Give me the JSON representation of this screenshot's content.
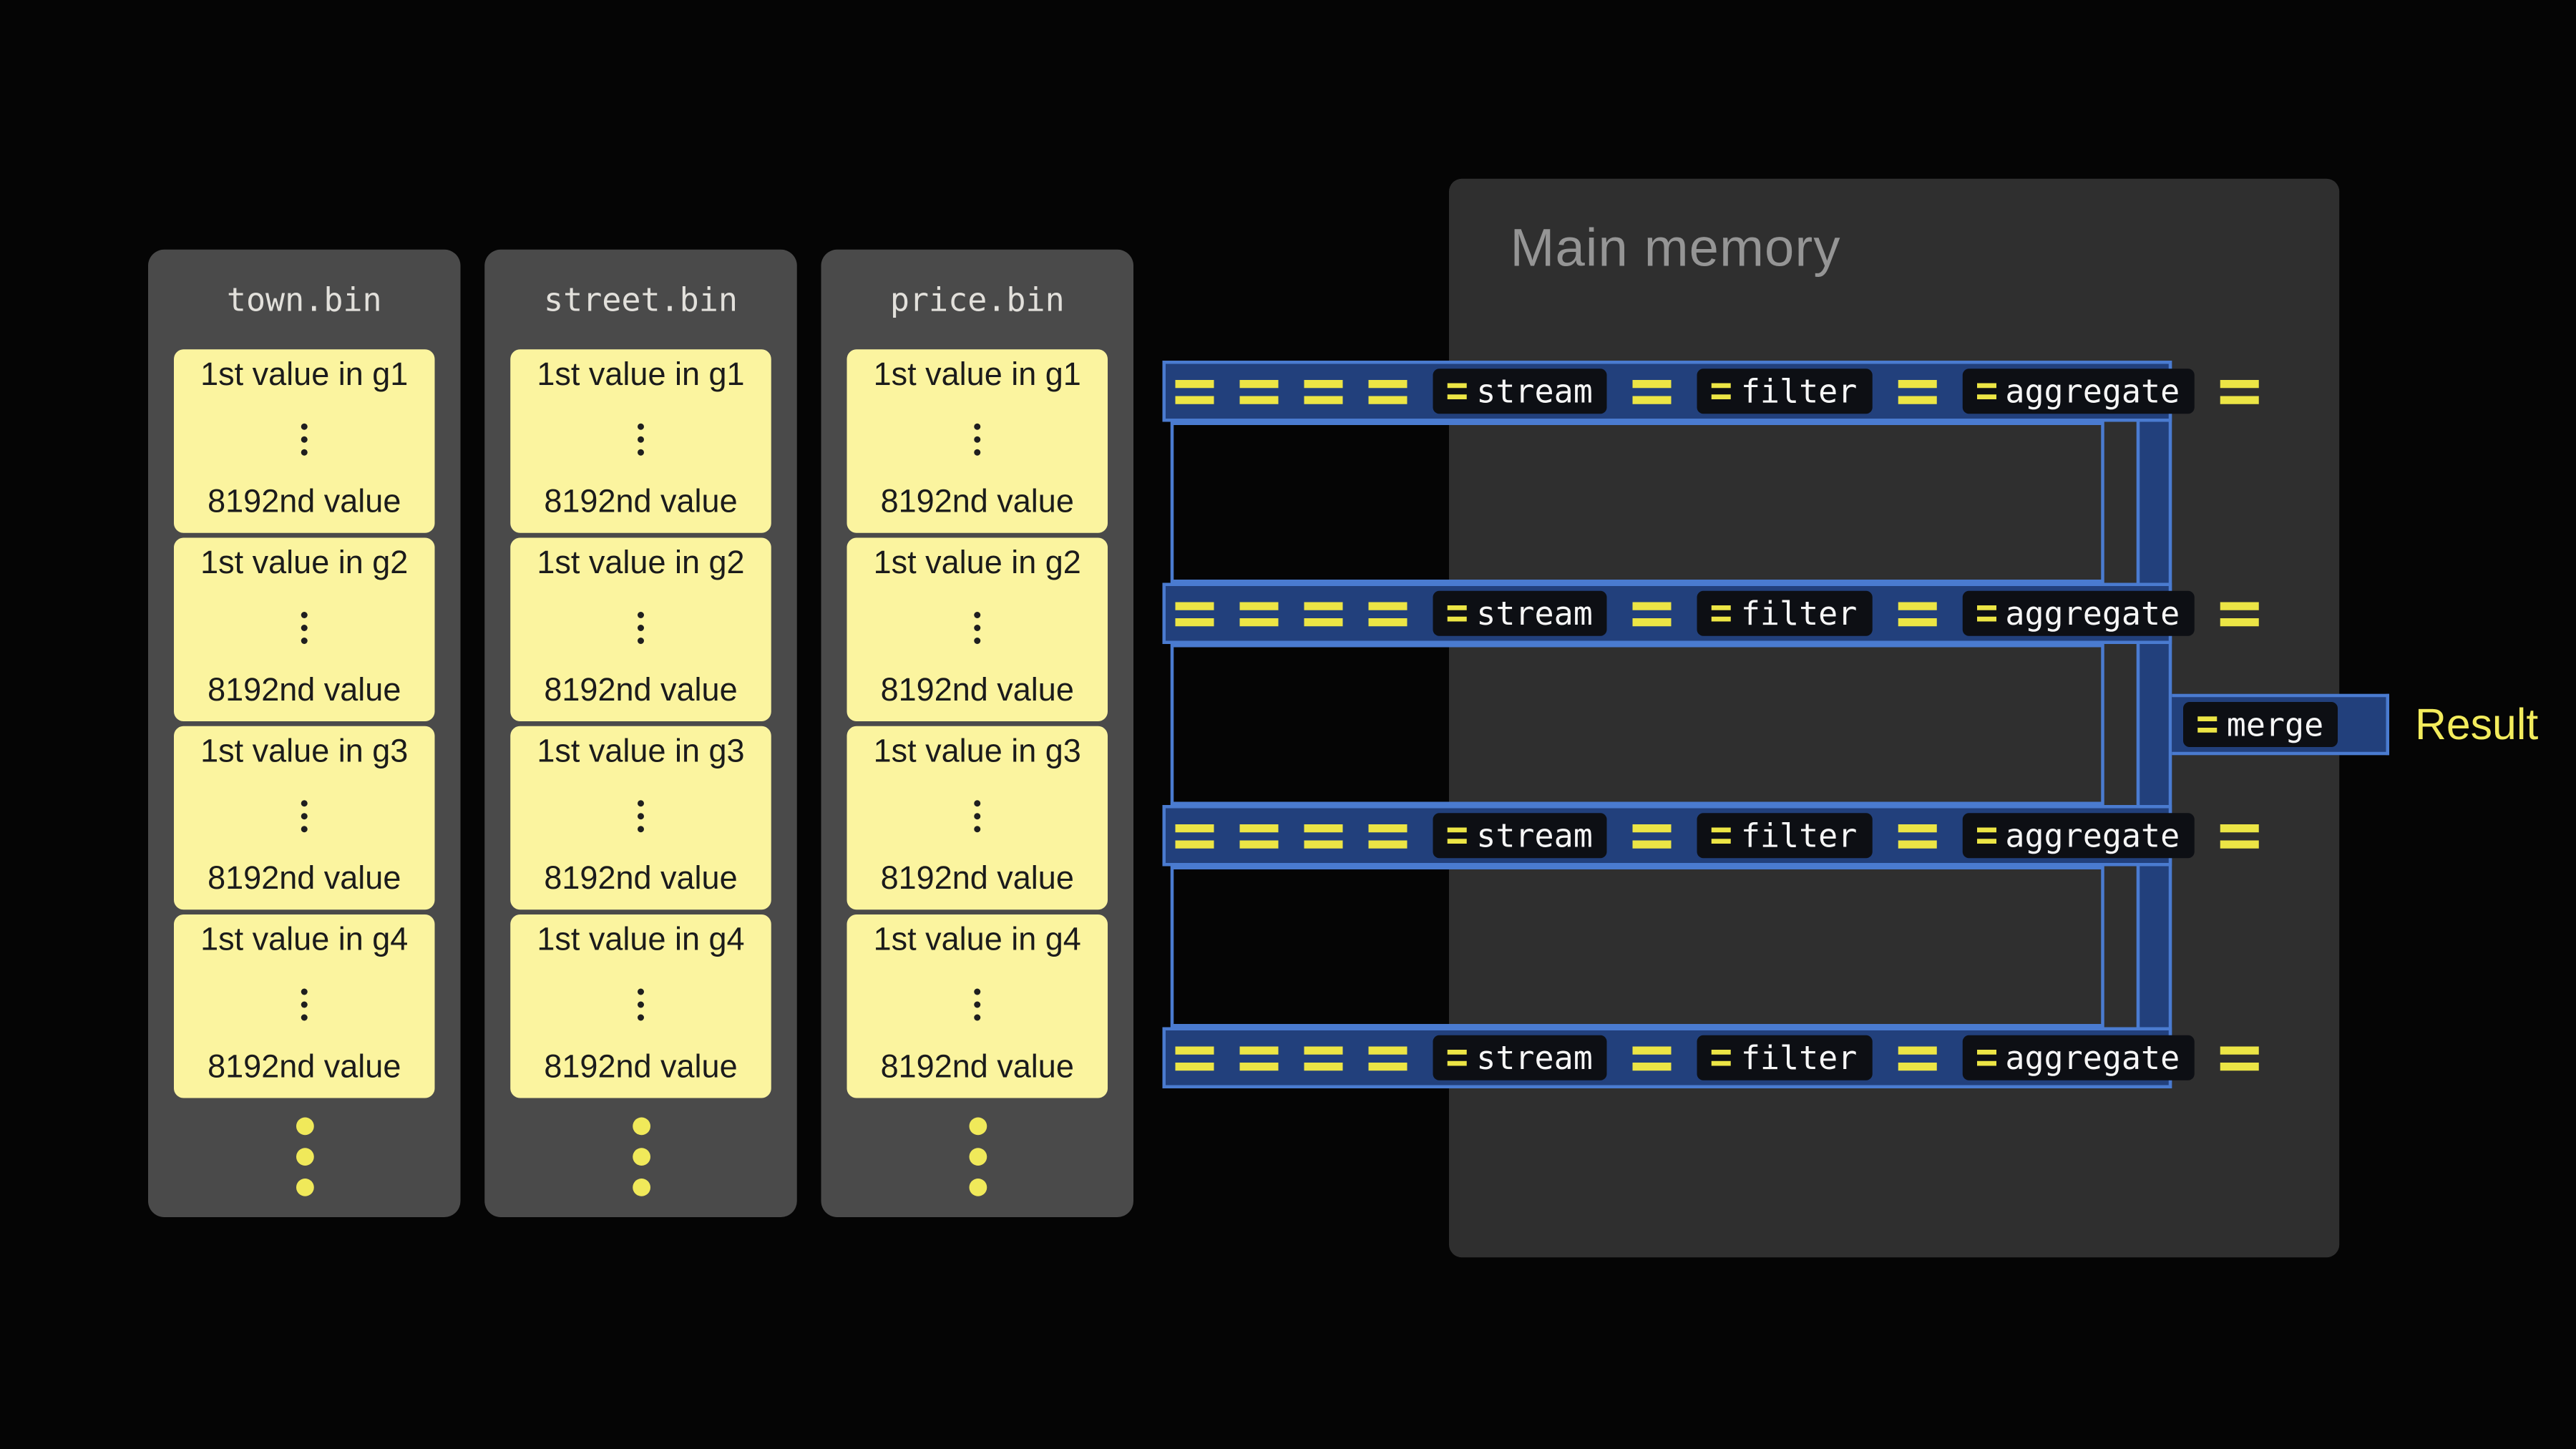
{
  "files": [
    {
      "name": "town.bin",
      "groups": [
        {
          "first": "1st value in g1",
          "last": "8192nd value"
        },
        {
          "first": "1st value in g2",
          "last": "8192nd value"
        },
        {
          "first": "1st value in g3",
          "last": "8192nd value"
        },
        {
          "first": "1st value in g4",
          "last": "8192nd value"
        }
      ]
    },
    {
      "name": "street.bin",
      "groups": [
        {
          "first": "1st value in g1",
          "last": "8192nd value"
        },
        {
          "first": "1st value in g2",
          "last": "8192nd value"
        },
        {
          "first": "1st value in g3",
          "last": "8192nd value"
        },
        {
          "first": "1st value in g4",
          "last": "8192nd value"
        }
      ]
    },
    {
      "name": "price.bin",
      "groups": [
        {
          "first": "1st value in g1",
          "last": "8192nd value"
        },
        {
          "first": "1st value in g2",
          "last": "8192nd value"
        },
        {
          "first": "1st value in g3",
          "last": "8192nd value"
        },
        {
          "first": "1st value in g4",
          "last": "8192nd value"
        }
      ]
    }
  ],
  "main_memory": {
    "title": "Main memory"
  },
  "pipeline": {
    "lanes": 4,
    "ops": [
      "stream",
      "filter",
      "aggregate"
    ],
    "merge_label": "merge",
    "result_label": "Result"
  },
  "colors": {
    "accent_yellow": "#ece545",
    "group_fill": "#fbf49f",
    "stream_fill": "#22407c",
    "stream_border": "#4a7bd0",
    "panel_gray": "#4a4a4a",
    "memory_gray": "#2f2f2f"
  }
}
